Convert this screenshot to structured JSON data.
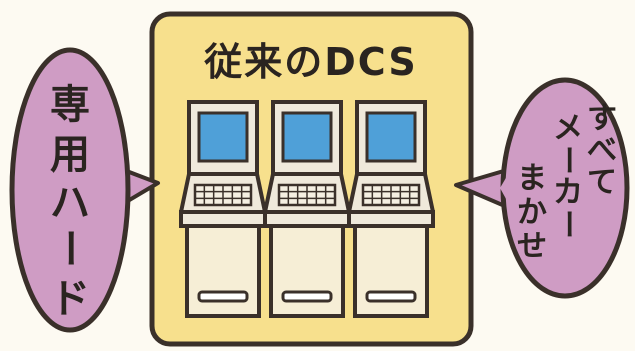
{
  "panel": {
    "title": "従来のDCS",
    "console_count": 3
  },
  "left_bubble": {
    "text": "専用ハード",
    "lines": [
      "専",
      "用",
      "ハ",
      "ー",
      "ド"
    ]
  },
  "right_bubble": {
    "text": "すべてメーカーまかせ",
    "columns": [
      "すべて",
      "メーカー",
      "まかせ"
    ]
  },
  "colors": {
    "panel_fill": "#f7e08d",
    "bubble_fill": "#cf9cc4",
    "screen_fill": "#4fa0d8",
    "desk_fill": "#efe9db",
    "cabinet_fill": "#f6eed6",
    "outline": "#3a302a"
  }
}
